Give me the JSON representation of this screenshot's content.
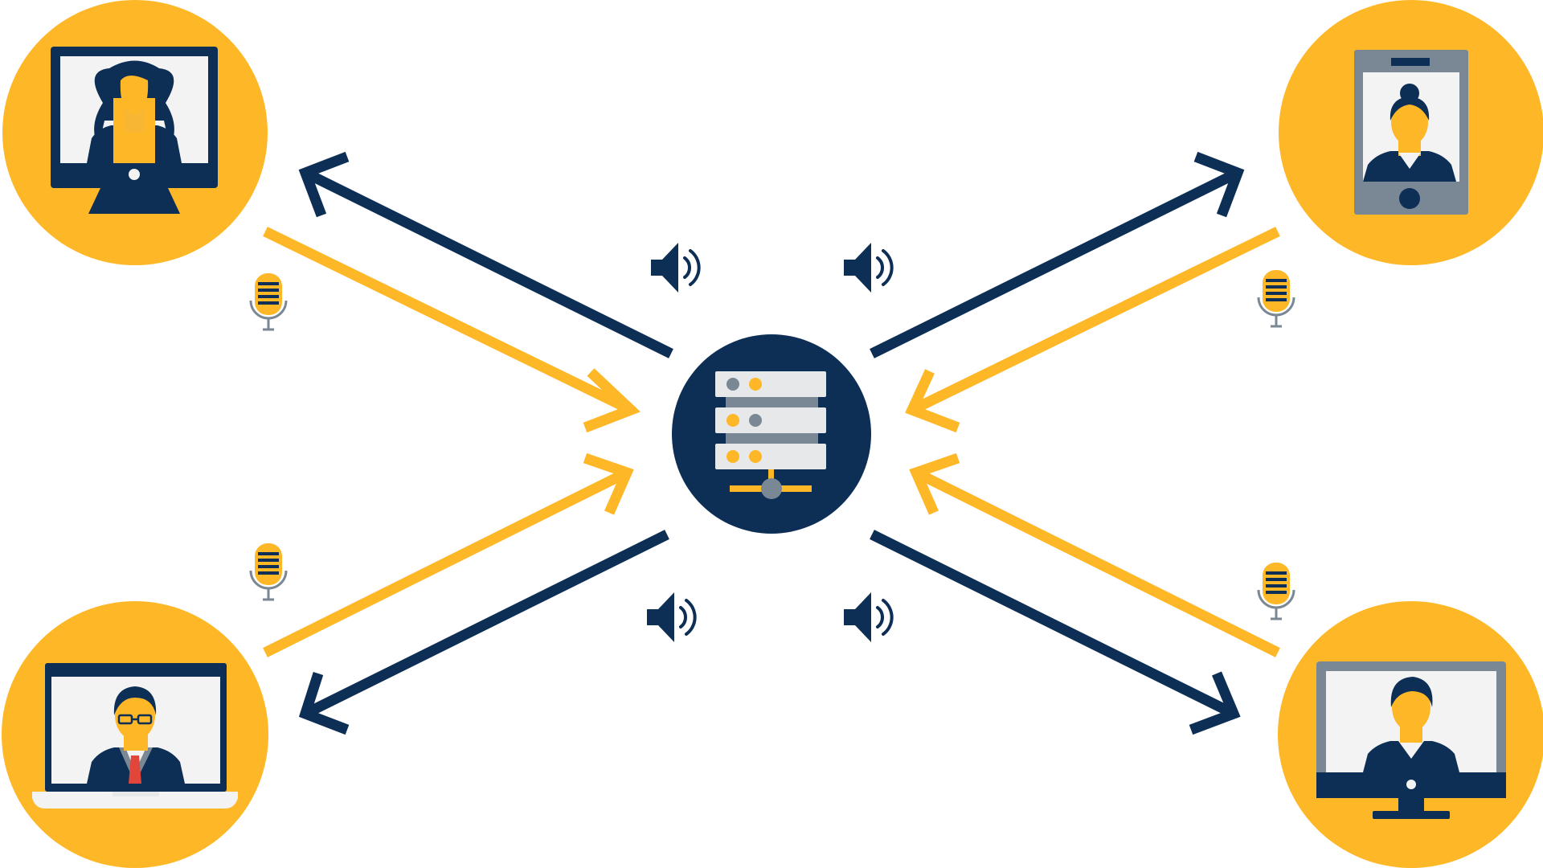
{
  "colors": {
    "navy": "#0d2e55",
    "gold": "#fdb727",
    "screen": "#f3f3f3",
    "gray": "#7a8895",
    "light_gray": "#e6e8ea",
    "skin": "#f7b733",
    "tie": "#e2463b",
    "white": "#ffffff"
  },
  "diagram": {
    "center": {
      "name": "media-server",
      "icon": "server-rack-icon"
    },
    "participants": [
      {
        "name": "participant-top-left",
        "device": "desktop-monitor-icon",
        "person": "woman-long-hair-avatar"
      },
      {
        "name": "participant-top-right",
        "device": "tablet-icon",
        "person": "woman-bun-avatar"
      },
      {
        "name": "participant-bottom-left",
        "device": "laptop-icon",
        "person": "man-glasses-tie-avatar"
      },
      {
        "name": "participant-bottom-right",
        "device": "desktop-monitor-icon",
        "person": "man-avatar"
      }
    ],
    "edges": [
      {
        "from": "participant-top-left",
        "to": "media-server",
        "kind": "audio-upload",
        "icon": "microphone-icon"
      },
      {
        "from": "media-server",
        "to": "participant-top-left",
        "kind": "audio-download",
        "icon": "speaker-icon"
      },
      {
        "from": "participant-top-right",
        "to": "media-server",
        "kind": "audio-upload",
        "icon": "microphone-icon"
      },
      {
        "from": "media-server",
        "to": "participant-top-right",
        "kind": "audio-download",
        "icon": "speaker-icon"
      },
      {
        "from": "participant-bottom-left",
        "to": "media-server",
        "kind": "audio-upload",
        "icon": "microphone-icon"
      },
      {
        "from": "media-server",
        "to": "participant-bottom-left",
        "kind": "audio-download",
        "icon": "speaker-icon"
      },
      {
        "from": "participant-bottom-right",
        "to": "media-server",
        "kind": "audio-upload",
        "icon": "microphone-icon"
      },
      {
        "from": "media-server",
        "to": "participant-bottom-right",
        "kind": "audio-download",
        "icon": "speaker-icon"
      }
    ]
  }
}
